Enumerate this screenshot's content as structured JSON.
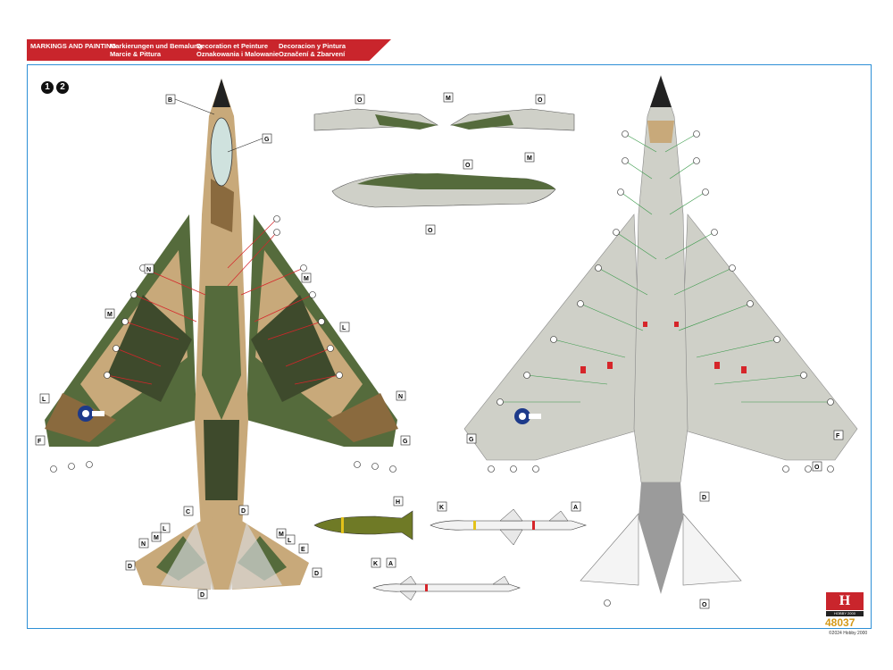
{
  "banner": {
    "col1": [
      "MARKINGS AND PAINTING",
      ""
    ],
    "col2": [
      "Markierungen und Bemalung",
      "Marcie & Pittura"
    ],
    "col3": [
      "Decoration et Peinture",
      "Oznakowania i Malowanie"
    ],
    "col4": [
      "Decoracion y Pintura",
      "Označení & Zbarvení"
    ]
  },
  "badges": [
    "1",
    "2"
  ],
  "letters": {
    "B": "B",
    "G": "G",
    "O": "O",
    "M": "M",
    "N": "N",
    "L": "L",
    "F": "F",
    "C": "C",
    "D": "D",
    "E": "E",
    "H": "H",
    "K": "K",
    "A": "A"
  },
  "logo": {
    "mark": "H",
    "sub": "HOBBY 2000"
  },
  "kit_number": "48037",
  "copyright": "©2024 Hobby 2000",
  "colors": {
    "frame": "#2d8fd6",
    "banner": "#c9252c",
    "camo_tan": "#c8a97a",
    "camo_brown": "#8a6a3e",
    "camo_green": "#556b3c",
    "camo_dark": "#3e4a2c",
    "under_grey": "#cfd0c8",
    "callout_red": "#d6252a",
    "callout_green": "#3a9a4a",
    "bomb_olive": "#6f7a26",
    "kit_gold": "#d59a1a"
  }
}
